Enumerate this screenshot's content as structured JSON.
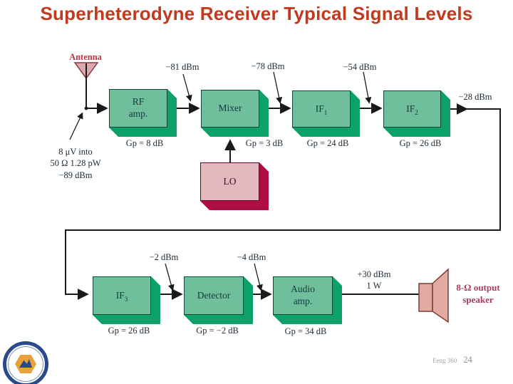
{
  "title": "Superheterodyne Receiver Typical Signal Levels",
  "antenna": {
    "label": "Antenna",
    "note": "8 μV into\n50 Ω 1.28 pW\n−89 dBm"
  },
  "blocks": {
    "rf_amp": {
      "label": "RF\namp.",
      "gain": "Gp = 8 dB"
    },
    "mixer": {
      "label": "Mixer",
      "gain": "Gp = 3 dB"
    },
    "if1": {
      "label": "IF",
      "sub": "1",
      "gain": "Gp = 24 dB"
    },
    "if2": {
      "label": "IF",
      "sub": "2",
      "gain": "Gp = 26 dB"
    },
    "if3": {
      "label": "IF",
      "sub": "3",
      "gain": "Gp = 26 dB"
    },
    "detector": {
      "label": "Detector",
      "gain": "Gp = −2 dB"
    },
    "audio_amp": {
      "label": "Audio\namp.",
      "gain": "Gp = 34 dB"
    },
    "lo": {
      "label": "LO"
    }
  },
  "levels": {
    "after_rf": "−81 dBm",
    "after_mixer": "−78 dBm",
    "after_if1": "−54 dBm",
    "after_if2": "−28 dBm",
    "after_if3": "−2 dBm",
    "after_detector": "−4 dBm",
    "output": "+30 dBm\n1 W"
  },
  "speaker": {
    "label": "8-Ω output\nspeaker"
  },
  "footer": {
    "course": "Eeng 360",
    "page": "24"
  },
  "colors": {
    "title_red": "#c2391e",
    "block_face_green": "#70bf9c",
    "block_depth_green": "#0ba168",
    "lo_face_pink": "#e4b8bf",
    "lo_depth_crimson": "#ae0e41",
    "antenna_pink": "#d9a9ad",
    "speaker_pink": "#e3aaa3",
    "speaker_label_rose": "#a83d5c",
    "wire_black": "#1a1a1a"
  }
}
